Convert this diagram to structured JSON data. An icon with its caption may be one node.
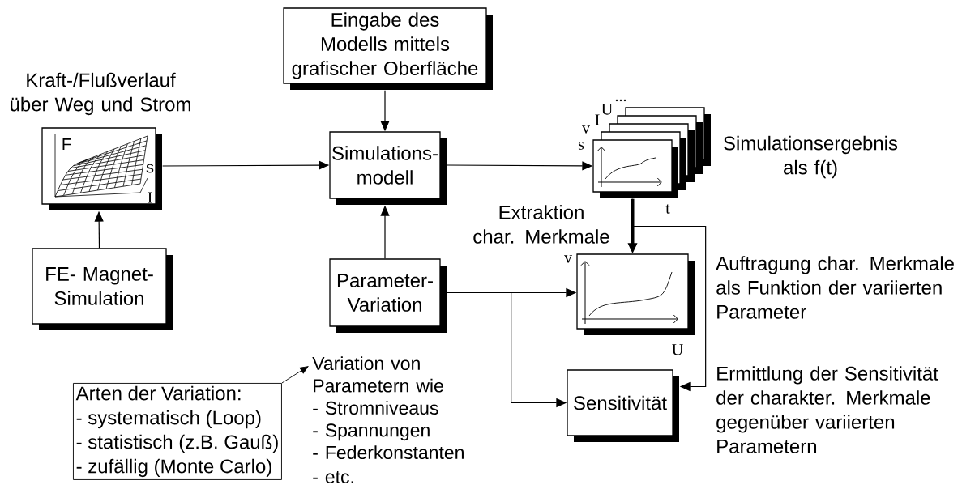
{
  "diagram": {
    "nodes": [
      {
        "text": [
          "Eingabe des Modells mittels grafischer Oberfläche"
        ]
      },
      {
        "text": [
          "Kraft-/Flußverlauf über Weg und Strom",
          "F",
          "s",
          "I"
        ]
      },
      {
        "text": [
          "Simulations- modell"
        ]
      },
      {
        "text": [
          "s",
          "v",
          "I",
          "U",
          "...",
          "t"
        ],
        "beside": [
          "Simulationsergebnis als f(t)"
        ]
      },
      {
        "text": [
          "FE- Magnet- Simulation"
        ]
      },
      {
        "text": [
          "Parameter- Variation"
        ]
      },
      {
        "text": [
          "v",
          "U"
        ],
        "beside": [
          "Auftragung char. Merkmale als Funktion der variierten Parameter"
        ]
      },
      {
        "text": [
          "Sensitivität"
        ],
        "beside": [
          "Ermittlung der Sensitivität der charakter. Merkmale gegenüber variierten Parametern"
        ]
      },
      {
        "text": [
          "Arten der Variation:",
          "- systematisch (Loop)",
          "- statistisch (z.B. Gauß)",
          "- zufällig (Monte Carlo)"
        ]
      },
      {
        "text": [
          "Variation von Parametern wie",
          "- Stromniveaus",
          "- Spannungen",
          "- Federkonstanten",
          "- etc."
        ]
      }
    ],
    "edges": [
      {
        "from": 0,
        "to": 2,
        "arrow": "to"
      },
      {
        "from": 1,
        "to": 2,
        "arrow": "to"
      },
      {
        "from": 4,
        "to": 1,
        "arrow": "to"
      },
      {
        "from": 5,
        "to": 2,
        "arrow": "to"
      },
      {
        "from": 2,
        "to": 3,
        "arrow": "to"
      },
      {
        "from": 3,
        "to": 6,
        "arrow": "to",
        "label": "Extraktion char. Merkmale",
        "style": "thick"
      },
      {
        "from": 3,
        "to": 7,
        "arrow": "to"
      },
      {
        "from": 5,
        "to": 6,
        "arrow": "to"
      },
      {
        "from": 5,
        "to": 7,
        "arrow": "to"
      },
      {
        "from": 8,
        "to": 9,
        "arrow": "to"
      }
    ]
  }
}
